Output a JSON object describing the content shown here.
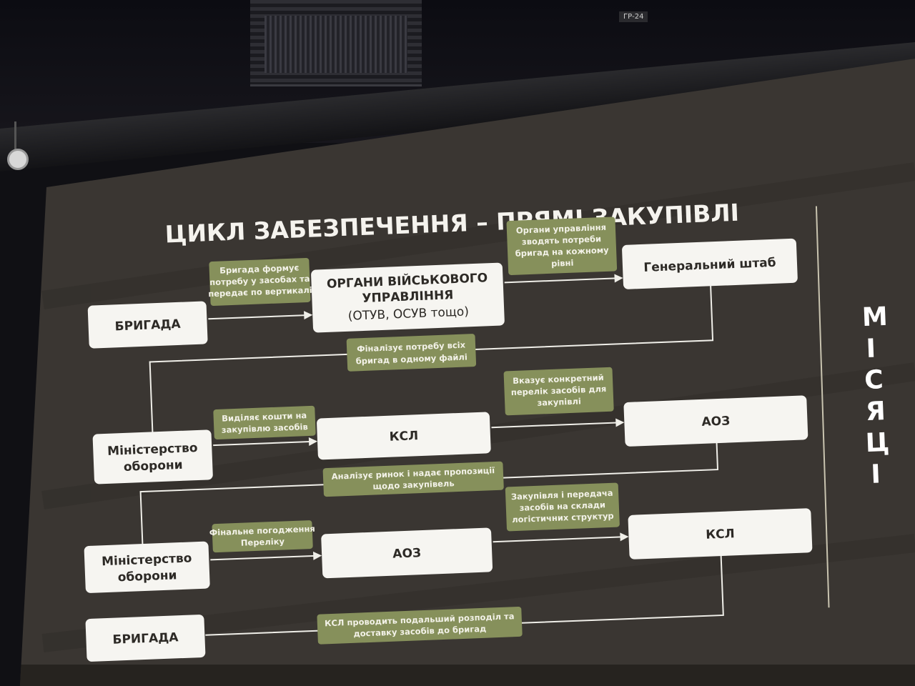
{
  "slide": {
    "title": "ЦИКЛ ЗАБЕЗПЕЧЕННЯ – ПРЯМІ ЗАКУПІВЛІ",
    "months_letters": [
      "М",
      "І",
      "С",
      "Я",
      "Ц",
      "І"
    ],
    "ceiling_tag": "ГР-24"
  },
  "boxes": {
    "brigade_1": "БРИГАДА",
    "mil_mgmt_l1": "ОРГАНИ ВІЙСЬКОВОГО",
    "mil_mgmt_l2": "УПРАВЛІННЯ",
    "mil_mgmt_l3": "(ОТУВ, ОСУВ тощо)",
    "general_staff": "Генеральний штаб",
    "ministry_1_l1": "Міністерство",
    "ministry_1_l2": "оборони",
    "ksl_1": "КСЛ",
    "aoz_1": "АОЗ",
    "ministry_2_l1": "Міністерство",
    "ministry_2_l2": "оборони",
    "aoz_2": "АОЗ",
    "ksl_2": "КСЛ",
    "brigade_2": "БРИГАДА"
  },
  "notes": {
    "n1": [
      "Бригада формує",
      "потребу у засобах та",
      "передає по вертикалі"
    ],
    "n2": [
      "Органи управління",
      "зводять потреби",
      "бригад на кожному",
      "рівні"
    ],
    "n3": [
      "Фіналізує потребу всіх",
      "бригад в одному файлі"
    ],
    "n4": [
      "Виділяє кошти на",
      "закупівлю засобів"
    ],
    "n5": [
      "Вказує конкретний",
      "перелік засобів для",
      "закупівлі"
    ],
    "n6": [
      "Аналізує ринок і надає пропозиції",
      "щодо закупівель"
    ],
    "n7": [
      "Фінальне погодження",
      "Переліку"
    ],
    "n8": [
      "Закупівля і передача",
      "засобів на склади",
      "логістичних структур"
    ],
    "n9": [
      "КСЛ проводить подальший розподіл та",
      "доставку засобів до бригад"
    ]
  }
}
